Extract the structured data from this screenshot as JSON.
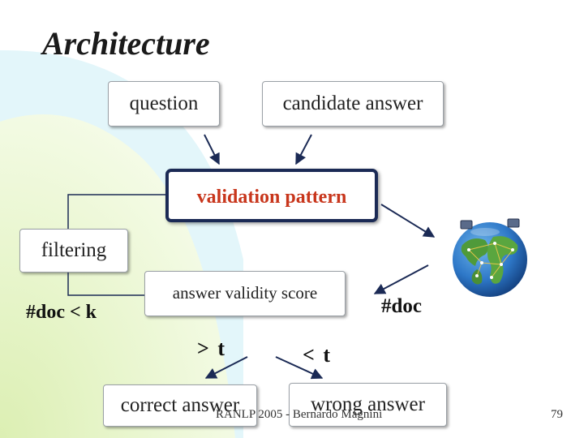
{
  "slide": {
    "title": "Architecture",
    "boxes": {
      "question": "question",
      "candidate_answer": "candidate answer",
      "validation_pattern": "validation pattern",
      "filtering": "filtering",
      "answer_validity_score": "answer validity score",
      "correct_answer": "correct answer",
      "wrong_answer": "wrong answer"
    },
    "labels": {
      "doc_lt_k": "#doc < k",
      "doc": "#doc",
      "gt_t": "> t",
      "lt_t": "< t"
    },
    "footer": "RANLP 2005 - Bernardo Magnini",
    "page_number": "79"
  },
  "colors": {
    "title": "#1a1a1a",
    "pattern_text": "#c8361c",
    "pattern_border": "#1b2a55",
    "arrow": "#1b2a55",
    "bg_green": "#e9f6c8",
    "bg_cyan": "#e4f7fb"
  },
  "icons": {
    "globe": "globe-icon"
  }
}
